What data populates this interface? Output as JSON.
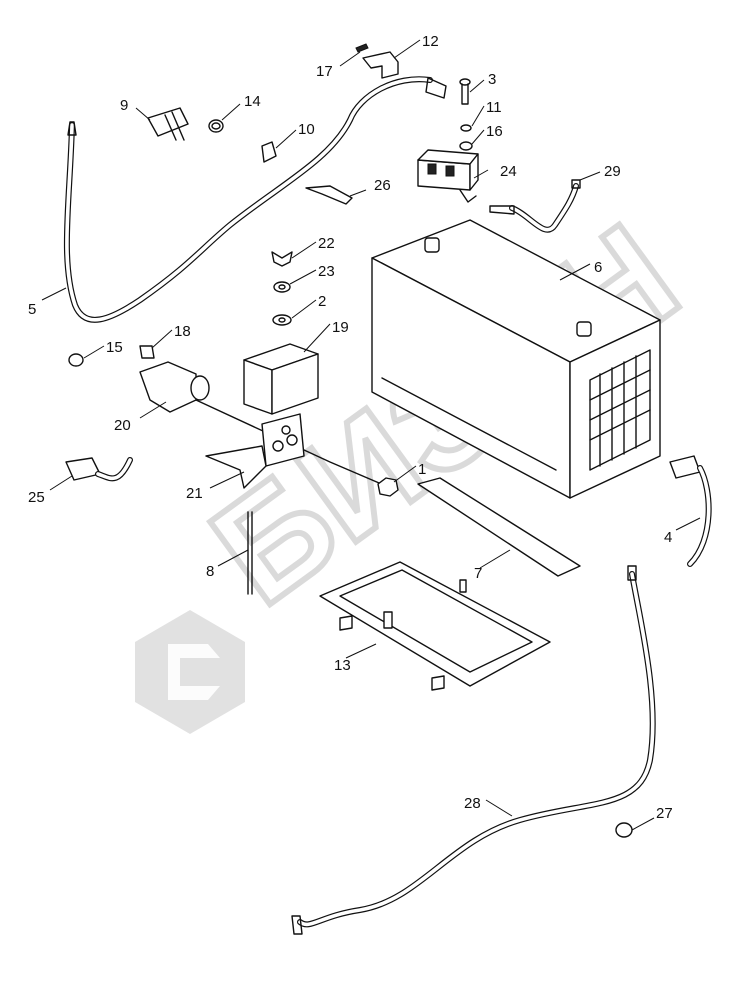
{
  "watermark": {
    "text": "БИЗОН",
    "color": "#c8c8c8"
  },
  "callouts": [
    {
      "id": "c1",
      "label": "1"
    },
    {
      "id": "c2",
      "label": "2"
    },
    {
      "id": "c3",
      "label": "3"
    },
    {
      "id": "c4",
      "label": "4"
    },
    {
      "id": "c5",
      "label": "5"
    },
    {
      "id": "c6",
      "label": "6"
    },
    {
      "id": "c7",
      "label": "7"
    },
    {
      "id": "c8",
      "label": "8"
    },
    {
      "id": "c9",
      "label": "9"
    },
    {
      "id": "c10",
      "label": "10"
    },
    {
      "id": "c11",
      "label": "11"
    },
    {
      "id": "c12",
      "label": "12"
    },
    {
      "id": "c13",
      "label": "13"
    },
    {
      "id": "c14",
      "label": "14"
    },
    {
      "id": "c15",
      "label": "15"
    },
    {
      "id": "c16",
      "label": "16"
    },
    {
      "id": "c17",
      "label": "17"
    },
    {
      "id": "c18",
      "label": "18"
    },
    {
      "id": "c19",
      "label": "19"
    },
    {
      "id": "c20",
      "label": "20"
    },
    {
      "id": "c21",
      "label": "21"
    },
    {
      "id": "c22",
      "label": "22"
    },
    {
      "id": "c23",
      "label": "23"
    },
    {
      "id": "c24",
      "label": "24"
    },
    {
      "id": "c25",
      "label": "25"
    },
    {
      "id": "c26",
      "label": "26"
    },
    {
      "id": "c27",
      "label": "27"
    },
    {
      "id": "c28",
      "label": "28"
    },
    {
      "id": "c29",
      "label": "29"
    }
  ]
}
